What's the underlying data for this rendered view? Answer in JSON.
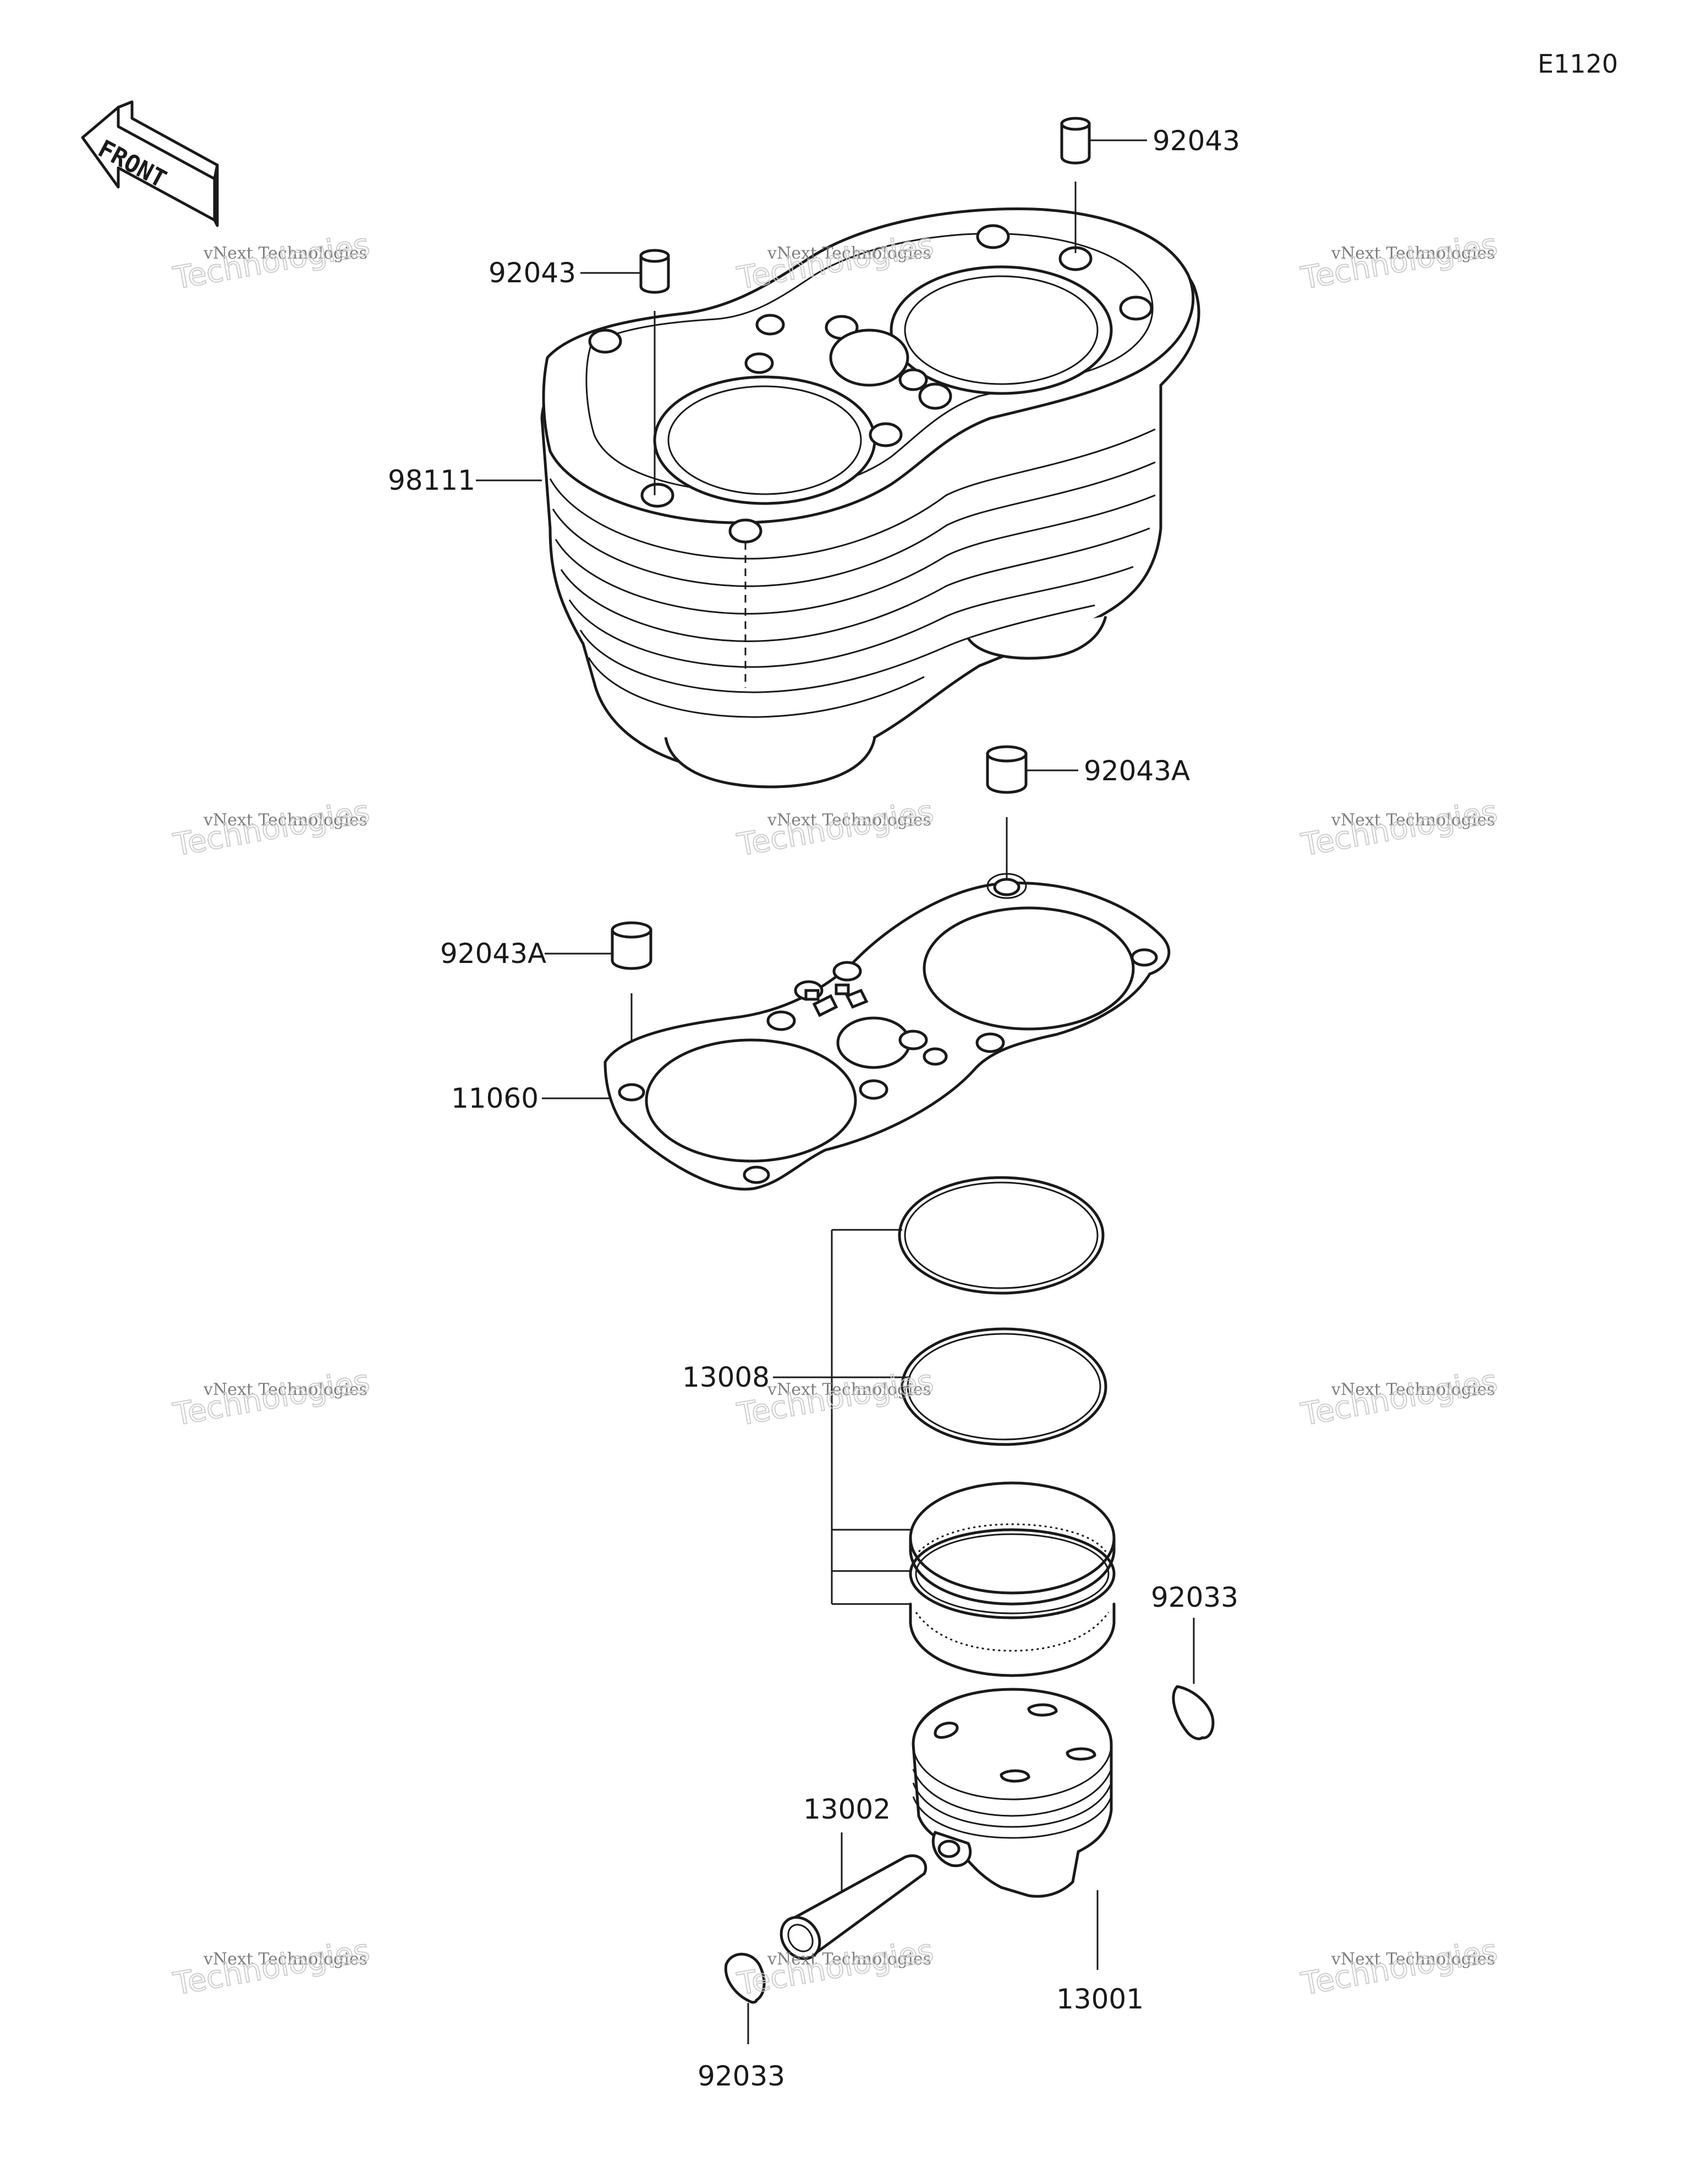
{
  "diagram_code": "E1120",
  "front_label": "FRONT",
  "watermark": {
    "line1": "vNext Technologies",
    "line2": "Technologies",
    "line3": "vNext"
  },
  "parts": {
    "dowel_top_right": "92043",
    "dowel_top_left": "92043",
    "cylinder": "98111",
    "dowel_gasket_right": "92043A",
    "dowel_gasket_left": "92043A",
    "gasket": "11060",
    "piston_rings": "13008",
    "circlip_right": "92033",
    "piston_pin": "13002",
    "piston": "13001",
    "circlip_bottom": "92033"
  }
}
